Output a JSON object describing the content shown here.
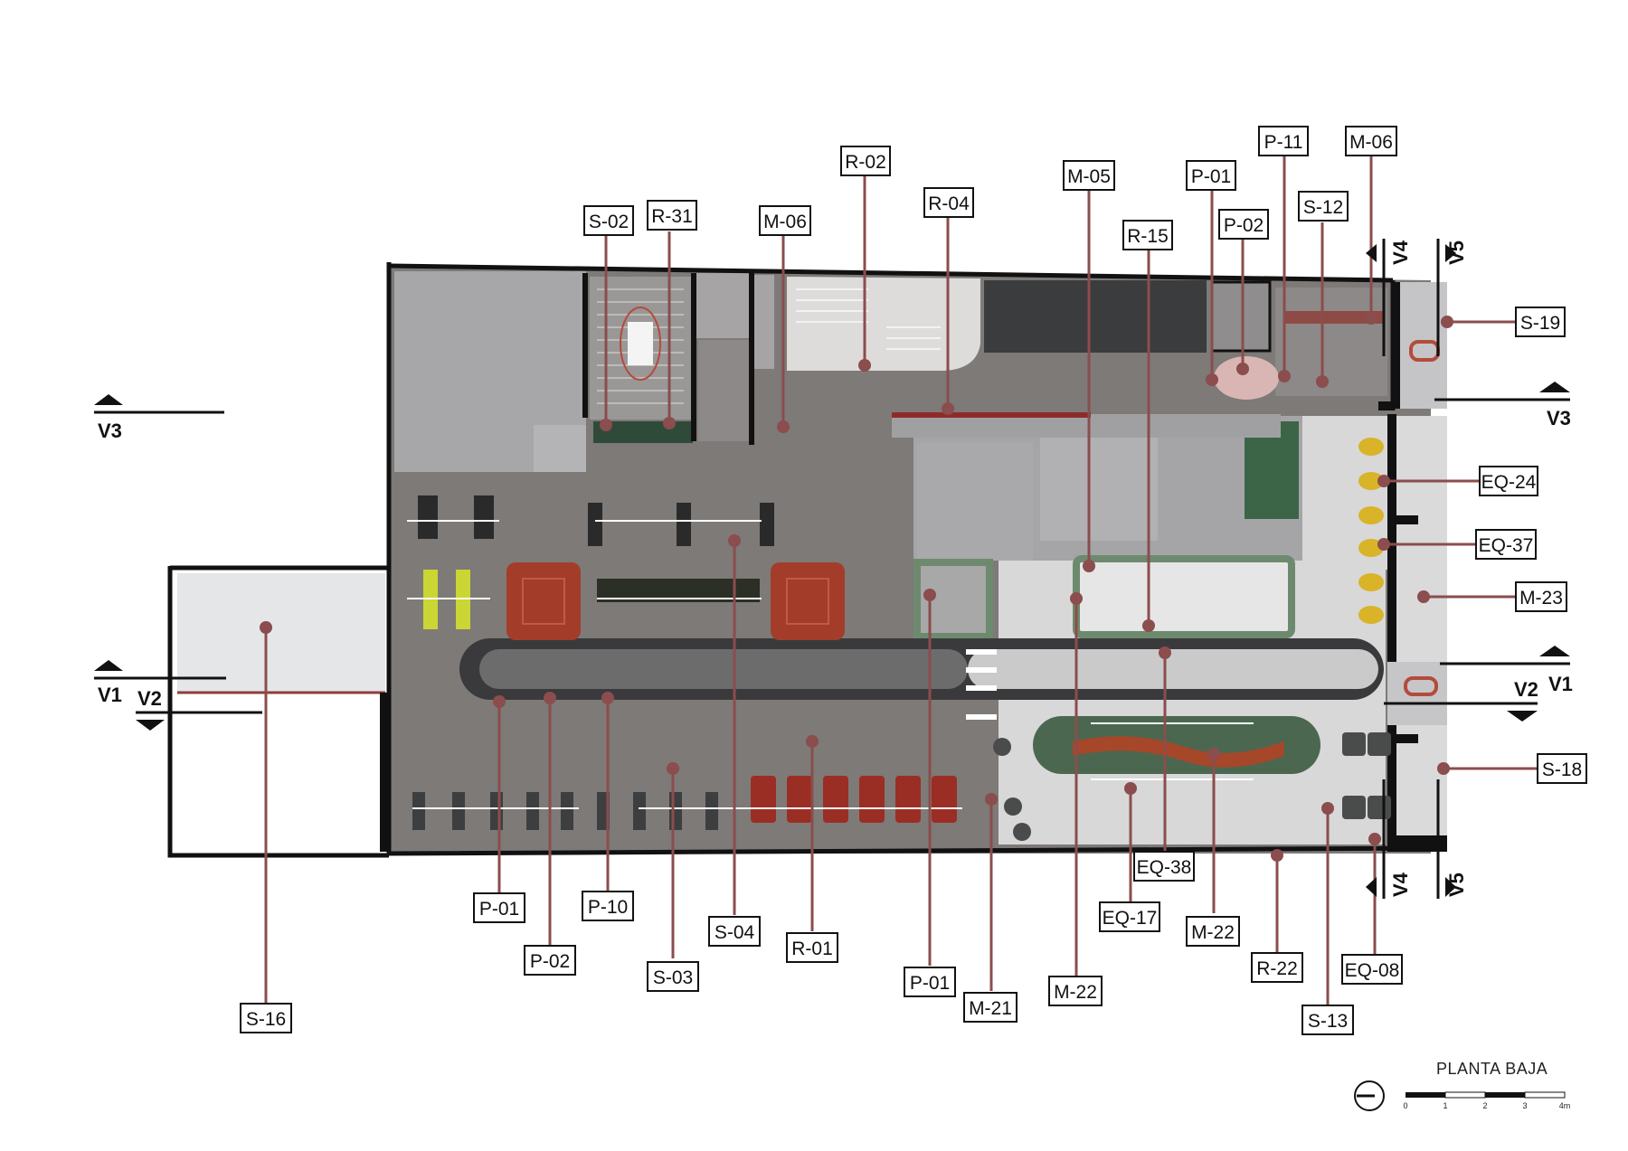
{
  "drawing": {
    "title": "PLANTA BAJA",
    "scale_ticks": [
      "0",
      "1",
      "2",
      "3",
      "4m"
    ],
    "leader_color": "#8b4d4d"
  },
  "tags": [
    {
      "id": "t-s02",
      "label": "S-02"
    },
    {
      "id": "t-r31",
      "label": "R-31"
    },
    {
      "id": "t-m06a",
      "label": "M-06"
    },
    {
      "id": "t-r02",
      "label": "R-02"
    },
    {
      "id": "t-r04",
      "label": "R-04"
    },
    {
      "id": "t-m05",
      "label": "M-05"
    },
    {
      "id": "t-r15",
      "label": "R-15"
    },
    {
      "id": "t-p01a",
      "label": "P-01"
    },
    {
      "id": "t-p02a",
      "label": "P-02"
    },
    {
      "id": "t-p11",
      "label": "P-11"
    },
    {
      "id": "t-s12",
      "label": "S-12"
    },
    {
      "id": "t-m06b",
      "label": "M-06"
    },
    {
      "id": "t-s19",
      "label": "S-19"
    },
    {
      "id": "t-eq24",
      "label": "EQ-24"
    },
    {
      "id": "t-eq37",
      "label": "EQ-37"
    },
    {
      "id": "t-m23",
      "label": "M-23"
    },
    {
      "id": "t-s18",
      "label": "S-18"
    },
    {
      "id": "t-p01b",
      "label": "P-01"
    },
    {
      "id": "t-p02b",
      "label": "P-02"
    },
    {
      "id": "t-p10",
      "label": "P-10"
    },
    {
      "id": "t-s03",
      "label": "S-03"
    },
    {
      "id": "t-s04",
      "label": "S-04"
    },
    {
      "id": "t-r01",
      "label": "R-01"
    },
    {
      "id": "t-p01c",
      "label": "P-01"
    },
    {
      "id": "t-m21",
      "label": "M-21"
    },
    {
      "id": "t-m22a",
      "label": "M-22"
    },
    {
      "id": "t-eq17",
      "label": "EQ-17"
    },
    {
      "id": "t-eq38",
      "label": "EQ-38"
    },
    {
      "id": "t-m22b",
      "label": "M-22"
    },
    {
      "id": "t-r22",
      "label": "R-22"
    },
    {
      "id": "t-s13",
      "label": "S-13"
    },
    {
      "id": "t-eq08",
      "label": "EQ-08"
    },
    {
      "id": "t-s16",
      "label": "S-16"
    }
  ],
  "section_markers": [
    {
      "id": "v3-left",
      "label": "V3"
    },
    {
      "id": "v3-right",
      "label": "V3"
    },
    {
      "id": "v1-left",
      "label": "V1"
    },
    {
      "id": "v2-left",
      "label": "V2"
    },
    {
      "id": "v2-right",
      "label": "V2"
    },
    {
      "id": "v1-right",
      "label": "V1"
    },
    {
      "id": "v4-top",
      "label": "V4"
    },
    {
      "id": "v5-top",
      "label": "V5"
    },
    {
      "id": "v4-bottom",
      "label": "V4"
    },
    {
      "id": "v5-bottom",
      "label": "V5"
    }
  ]
}
